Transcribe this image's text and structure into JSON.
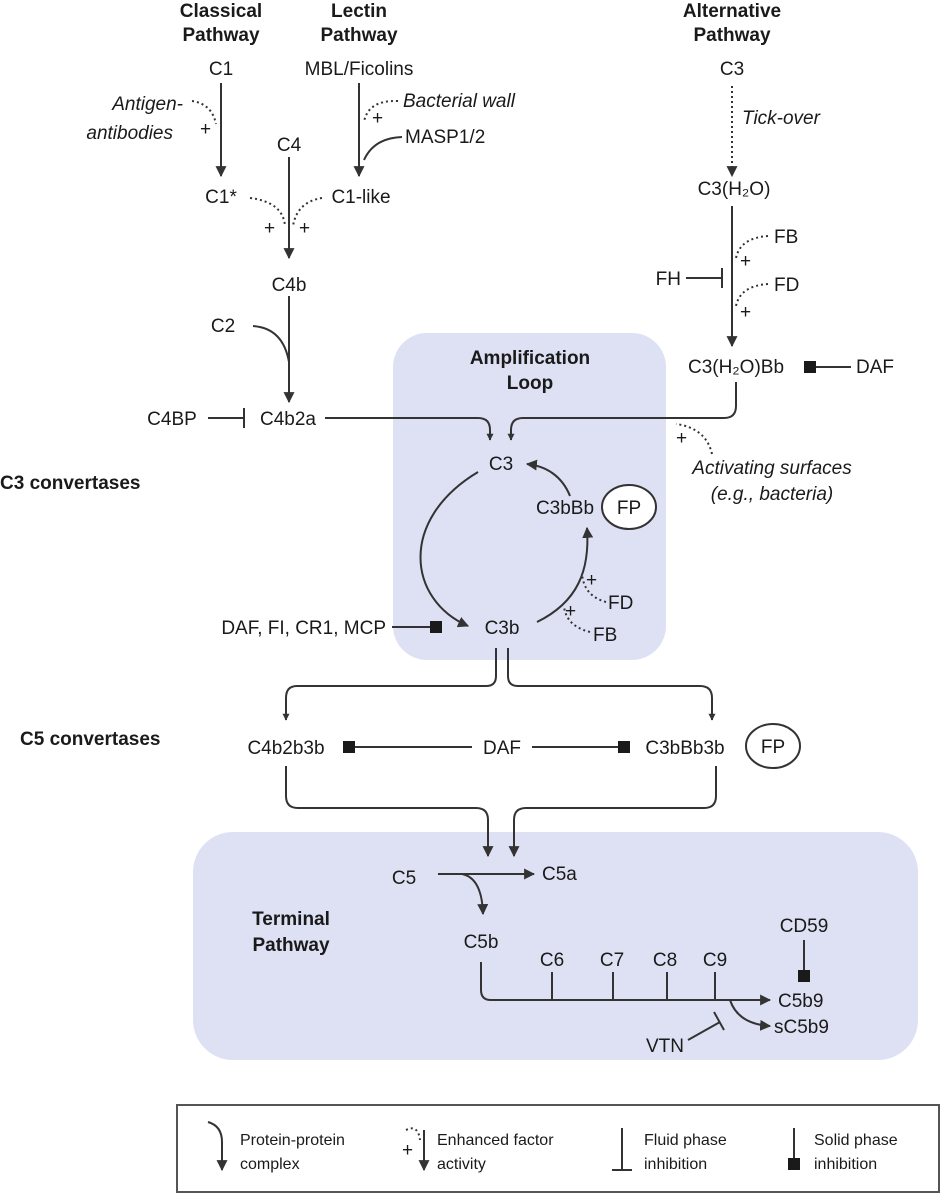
{
  "colors": {
    "region_fill": "#dde1f3",
    "line": "#333333",
    "text": "#1a1a1a"
  },
  "headers": {
    "classical": [
      "Classical",
      "Pathway"
    ],
    "lectin": [
      "Lectin",
      "Pathway"
    ],
    "alternative": [
      "Alternative",
      "Pathway"
    ],
    "c3_convertases": "C3 convertases",
    "c5_convertases": "C5 convertases",
    "amplification": [
      "Amplification",
      "Loop"
    ],
    "terminal": [
      "Terminal",
      "Pathway"
    ]
  },
  "nodes": {
    "c1": "C1",
    "antigen": [
      "Antigen-",
      "antibodies"
    ],
    "c1_star": "C1*",
    "mbl": "MBL/Ficolins",
    "bacterial_wall": "Bacterial wall",
    "masp": "MASP1/2",
    "c1_like": "C1-like",
    "c4": "C4",
    "c4b": "C4b",
    "c2": "C2",
    "c4bp": "C4BP",
    "c4b2a": "C4b2a",
    "alt_c3": "C3",
    "tick_over": "Tick-over",
    "c3h2o": "C3(H₂O)",
    "fb": "FB",
    "fh": "FH",
    "fd": "FD",
    "c3h2obb": "C3(H₂O)Bb",
    "daf": "DAF",
    "activating": [
      "Activating surfaces",
      "(e.g., bacteria)"
    ],
    "loop_c3": "C3",
    "c3bbb": "C3bBb",
    "fp": "FP",
    "loop_fd": "FD",
    "loop_fb": "FB",
    "c3b": "C3b",
    "regulators": "DAF, FI, CR1, MCP",
    "c4b2b3b": "C4b2b3b",
    "c5_daf": "DAF",
    "c3bbb3b": "C3bBb3b",
    "fp2": "FP",
    "c5": "C5",
    "c5a": "C5a",
    "c5b": "C5b",
    "c6": "C6",
    "c7": "C7",
    "c8": "C8",
    "c9": "C9",
    "cd59": "CD59",
    "c5b9": "C5b9",
    "vtn": "VTN",
    "sc5b9": "sC5b9"
  },
  "plus_sign": "+",
  "legend": {
    "items": [
      {
        "icon": "protein-complex-icon",
        "label": [
          "Protein-protein",
          "complex"
        ]
      },
      {
        "icon": "enhanced-activity-icon",
        "label": [
          "Enhanced factor",
          "activity"
        ]
      },
      {
        "icon": "fluid-inhibition-icon",
        "label": [
          "Fluid phase",
          "inhibition"
        ]
      },
      {
        "icon": "solid-inhibition-icon",
        "label": [
          "Solid phase",
          "inhibition"
        ]
      }
    ]
  }
}
